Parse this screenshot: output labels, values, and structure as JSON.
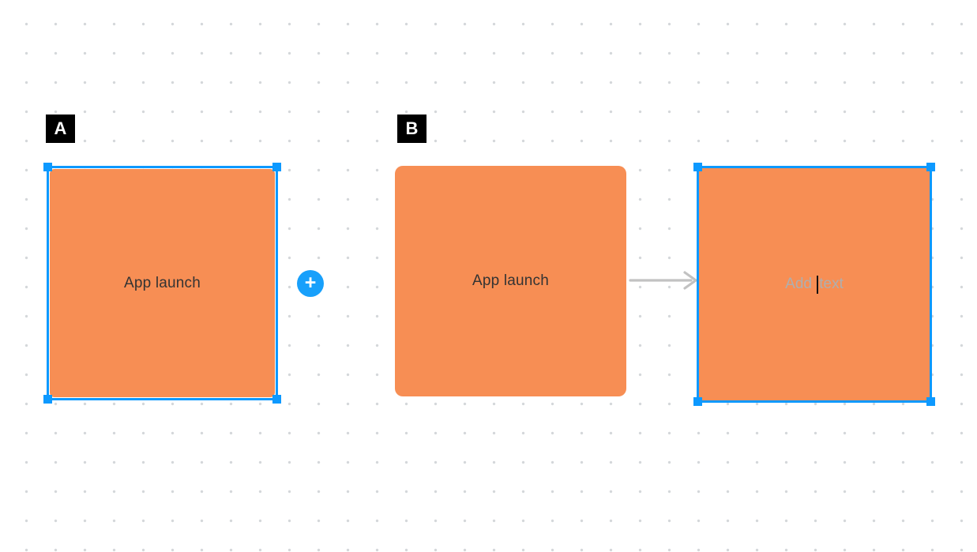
{
  "steps": {
    "a": {
      "label": "A"
    },
    "b": {
      "label": "B"
    }
  },
  "nodes": {
    "a": {
      "text": "App launch",
      "selected": true
    },
    "b": {
      "text": "App launch",
      "selected": false
    },
    "c": {
      "placeholder_before": "Add ",
      "placeholder_after": "text",
      "selected": true,
      "editing": true
    }
  },
  "plus_button": {
    "glyph": "+"
  },
  "colors": {
    "node_fill": "#F78E54",
    "selection_blue": "#0D99FF",
    "plus_blue": "#18A0FB",
    "arrow_gray": "#C2C2C2",
    "label_bg": "#000000",
    "label_fg": "#FFFFFF",
    "node_text": "#333333",
    "placeholder_text": "#AFAFAF",
    "grid_dot": "#D4D7DA"
  }
}
